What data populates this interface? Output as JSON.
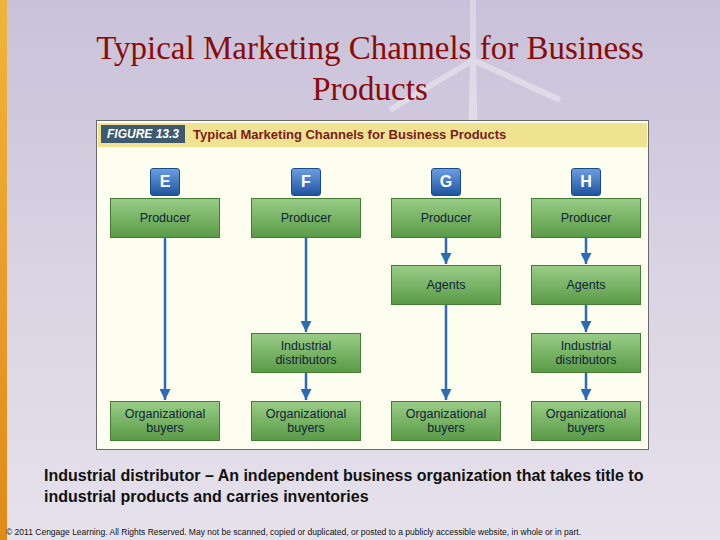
{
  "diagram": {
    "title": "Typical Marketing Channels for Business Products",
    "nodes": [
      {
        "text": [
          "FIGURE 13.3",
          "Typical Marketing Channels for Business Products"
        ]
      },
      {
        "text": [
          "E"
        ],
        "in": 0
      },
      {
        "text": [
          "Producer"
        ],
        "in": 0
      },
      {
        "text": [
          "Organizational buyers"
        ],
        "in": 0
      },
      {
        "text": [
          "F"
        ],
        "in": 0
      },
      {
        "text": [
          "Producer"
        ],
        "in": 0
      },
      {
        "text": [
          "Industrial distributors"
        ],
        "in": 0
      },
      {
        "text": [
          "Organizational buyers"
        ],
        "in": 0
      },
      {
        "text": [
          "G"
        ],
        "in": 0
      },
      {
        "text": [
          "Producer"
        ],
        "in": 0
      },
      {
        "text": [
          "Agents"
        ],
        "in": 0
      },
      {
        "text": [
          "Organizational buyers"
        ],
        "in": 0
      },
      {
        "text": [
          "H"
        ],
        "in": 0
      },
      {
        "text": [
          "Producer"
        ],
        "in": 0
      },
      {
        "text": [
          "Agents"
        ],
        "in": 0
      },
      {
        "text": [
          "Industrial distributors"
        ],
        "in": 0
      },
      {
        "text": [
          "Organizational buyers"
        ],
        "in": 0
      }
    ],
    "edges": [
      {
        "from": 2,
        "to": 3,
        "arrow": "to"
      },
      {
        "from": 5,
        "to": 6,
        "arrow": "to"
      },
      {
        "from": 6,
        "to": 7,
        "arrow": "to"
      },
      {
        "from": 9,
        "to": 10,
        "arrow": "to"
      },
      {
        "from": 10,
        "to": 11,
        "arrow": "to"
      },
      {
        "from": 13,
        "to": 14,
        "arrow": "to"
      },
      {
        "from": 14,
        "to": 15,
        "arrow": "to"
      },
      {
        "from": 15,
        "to": 16,
        "arrow": "to"
      }
    ],
    "labels": [
      "Industrial distributor – An independent business organization that takes title to industrial products and carries inventories",
      "© 2011 Cengage Learning. All Rights Reserved. May not be scanned, copied or duplicated, or posted to a publicly accessible website, in whole or in part."
    ]
  }
}
